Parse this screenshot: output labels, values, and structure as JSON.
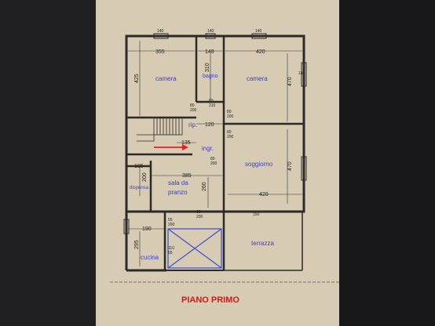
{
  "title": "PIANO PRIMO",
  "rooms": {
    "camera_left": "camera",
    "bagno": "bagno",
    "camera_right": "camera",
    "rip": "rip.",
    "ingr": "ingr.",
    "soggiorno": "soggiorno",
    "dispensa": "dispensa",
    "sala_line1": "sala da",
    "sala_line2": "pranzo",
    "cucina": "cucina",
    "terrazza": "terrazza"
  },
  "dimensions": {
    "d355": "355",
    "d148": "148",
    "d420_top": "420",
    "d425": "425",
    "d310": "310",
    "d470_top": "470",
    "d120": "120",
    "d135": "135",
    "d105": "105",
    "d385": "385",
    "d200": "200",
    "d260": "260",
    "d470_bottom": "470",
    "d420_bottom": "420",
    "d190": "190",
    "d295": "295"
  },
  "small_labels": {
    "w1": "140",
    "w2": "140",
    "w3": "140",
    "o1a": "80",
    "o1b": "200",
    "o2a": "80",
    "o2b": "210",
    "o3a": "80",
    "o3b": "200",
    "o4a": "80",
    "o4b": "200",
    "o5a": "80",
    "o5b": "200",
    "o6a": "90",
    "o6b": "200",
    "o7a": "150",
    "o8a": "140",
    "o9a": "55",
    "o9b": "200",
    "o10a": "110",
    "o10b": "65"
  },
  "colors": {
    "room_label": "#3c3ec8",
    "arrow": "#e02020",
    "title": "#d21a1a",
    "paper": "#d8cbb3",
    "wall": "#2a2a2a",
    "shaft": "#3a4ed0"
  }
}
